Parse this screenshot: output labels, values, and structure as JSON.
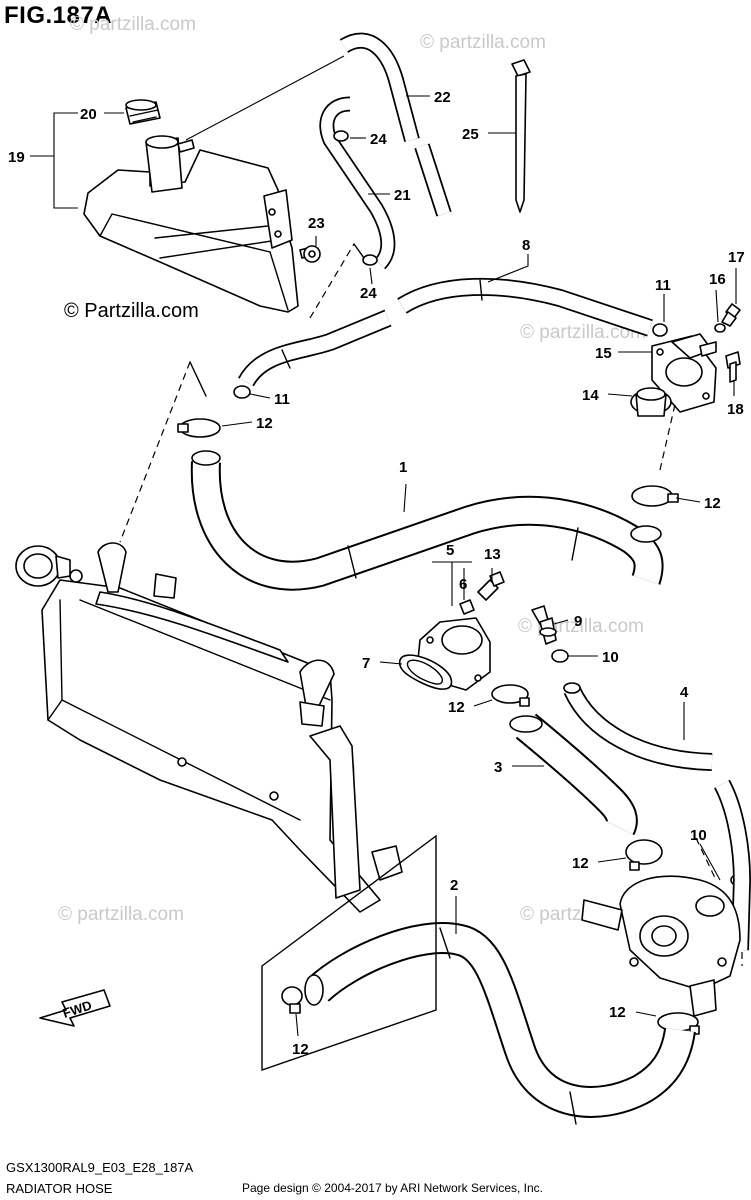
{
  "figure": {
    "title": "FIG.187A",
    "code": "GSX1300RAL9_E03_E28_187A",
    "name": "RADIATOR HOSE",
    "credit": "Page design © 2004-2017 by ARI Network Services, Inc."
  },
  "watermarks": {
    "main": "© Partzilla.com",
    "repeat": "© partzilla.com"
  },
  "fwd_label": "FWD",
  "callouts": [
    {
      "id": "c1",
      "label": "1"
    },
    {
      "id": "c2",
      "label": "2"
    },
    {
      "id": "c3",
      "label": "3"
    },
    {
      "id": "c4",
      "label": "4"
    },
    {
      "id": "c5",
      "label": "5"
    },
    {
      "id": "c6",
      "label": "6"
    },
    {
      "id": "c7",
      "label": "7"
    },
    {
      "id": "c8",
      "label": "8"
    },
    {
      "id": "c9",
      "label": "9"
    },
    {
      "id": "c10a",
      "label": "10"
    },
    {
      "id": "c10b",
      "label": "10"
    },
    {
      "id": "c11a",
      "label": "11"
    },
    {
      "id": "c11b",
      "label": "11"
    },
    {
      "id": "c12a",
      "label": "12"
    },
    {
      "id": "c12b",
      "label": "12"
    },
    {
      "id": "c12c",
      "label": "12"
    },
    {
      "id": "c12d",
      "label": "12"
    },
    {
      "id": "c12e",
      "label": "12"
    },
    {
      "id": "c12f",
      "label": "12"
    },
    {
      "id": "c13",
      "label": "13"
    },
    {
      "id": "c14",
      "label": "14"
    },
    {
      "id": "c15",
      "label": "15"
    },
    {
      "id": "c16",
      "label": "16"
    },
    {
      "id": "c17",
      "label": "17"
    },
    {
      "id": "c18",
      "label": "18"
    },
    {
      "id": "c19",
      "label": "19"
    },
    {
      "id": "c20",
      "label": "20"
    },
    {
      "id": "c21",
      "label": "21"
    },
    {
      "id": "c22",
      "label": "22"
    },
    {
      "id": "c23",
      "label": "23"
    },
    {
      "id": "c24a",
      "label": "24"
    },
    {
      "id": "c24b",
      "label": "24"
    },
    {
      "id": "c25",
      "label": "25"
    }
  ]
}
